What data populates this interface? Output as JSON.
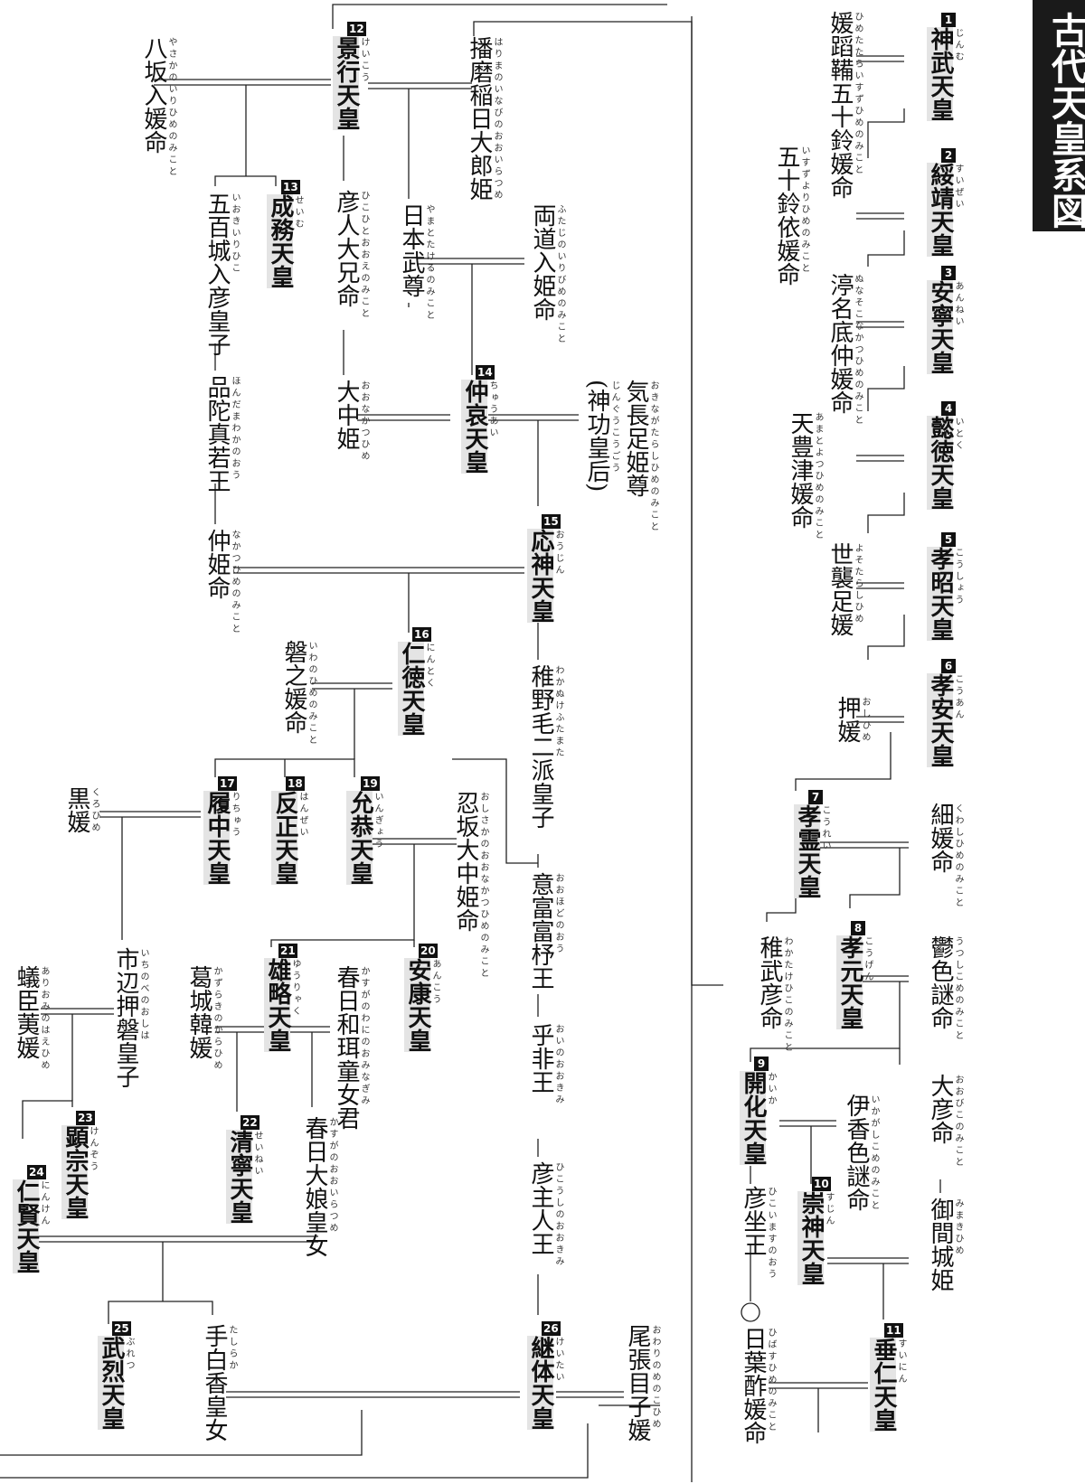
{
  "title": "古代天皇系図",
  "persons": {
    "jinmu": {
      "name": "神武天皇",
      "reading": "じんむ",
      "number": "1"
    },
    "himetatara": {
      "name": "媛蹈鞴五十鈴媛命",
      "reading": "ひめたたらいすずひめのみこと"
    },
    "suizei": {
      "name": "綏靖天皇",
      "reading": "すいぜい",
      "number": "2"
    },
    "isuzuyori": {
      "name": "五十鈴依媛命",
      "reading": "いすずよりひめのみこと"
    },
    "annei": {
      "name": "安寧天皇",
      "reading": "あんねい",
      "number": "3"
    },
    "nunasoko": {
      "name": "渟名底仲媛命",
      "reading": "ぬなそこなかつひめのみこと"
    },
    "itoku": {
      "name": "懿徳天皇",
      "reading": "いとく",
      "number": "4"
    },
    "amatoyotsu": {
      "name": "天豊津媛命",
      "reading": "あまとよつひめのみこと"
    },
    "kosho": {
      "name": "孝昭天皇",
      "reading": "こうしょう",
      "number": "5"
    },
    "yosotarashi": {
      "name": "世襲足媛",
      "reading": "よそたらしひめ"
    },
    "koan": {
      "name": "孝安天皇",
      "reading": "こうあん",
      "number": "6"
    },
    "oshihime": {
      "name": "押媛",
      "reading": "おしひめ"
    },
    "korei": {
      "name": "孝霊天皇",
      "reading": "こうれい",
      "number": "7"
    },
    "kuwashi": {
      "name": "細媛命",
      "reading": "くわしひめのみこと"
    },
    "wakatake": {
      "name": "稚武彦命",
      "reading": "わかたけひこのみこと"
    },
    "kogen": {
      "name": "孝元天皇",
      "reading": "こうげん",
      "number": "8"
    },
    "utsushikome": {
      "name": "鬱色謎命",
      "reading": "うつしこめのみこと"
    },
    "kaika": {
      "name": "開化天皇",
      "reading": "かいか",
      "number": "9"
    },
    "ohiko": {
      "name": "大彦命",
      "reading": "おおびこのみこと"
    },
    "ikagashikome": {
      "name": "伊香色謎命",
      "reading": "いかがしこめのみこと"
    },
    "sujin": {
      "name": "崇神天皇",
      "reading": "すじん",
      "number": "10"
    },
    "mimaki": {
      "name": "御間城姫",
      "reading": "みまきひめ"
    },
    "hikoimasu": {
      "name": "彦坐王",
      "reading": "ひこいますのおう"
    },
    "hibasu": {
      "name": "日葉酢媛命",
      "reading": "ひばすひめのみこと"
    },
    "suinin": {
      "name": "垂仁天皇",
      "reading": "すいにん",
      "number": "11"
    },
    "keiko": {
      "name": "景行天皇",
      "reading": "けいこう",
      "number": "12"
    },
    "harima": {
      "name": "播磨稲日大郎姫",
      "reading": "はりまのいなびのおおいらつめ"
    },
    "yasaka": {
      "name": "八坂入媛命",
      "reading": "やさかのいりひめのみこと"
    },
    "seimu": {
      "name": "成務天皇",
      "reading": "せいむ",
      "number": "13"
    },
    "ioki": {
      "name": "五百城入彦皇子",
      "reading": "いおきいりひこ"
    },
    "hikohito": {
      "name": "彦人大兄命",
      "reading": "ひこひとおおえのみこと"
    },
    "yamatotakeru": {
      "name": "日本武尊",
      "reading": "やまとたけるのみこと"
    },
    "futaji": {
      "name": "両道入姫命",
      "reading": "ふたじのいりびめのみこと"
    },
    "homuda": {
      "name": "品陀真若王",
      "reading": "ほんだまわかのおう"
    },
    "onakatsu": {
      "name": "大中姫",
      "reading": "おおなかつひめ"
    },
    "chuai": {
      "name": "仲哀天皇",
      "reading": "ちゅうあい",
      "number": "14"
    },
    "okinaga": {
      "name": "気長足姫尊",
      "reading": "おきながたらしひめのみこと"
    },
    "jingu": {
      "name": "(神功皇后)",
      "reading": "じんぐうこうごう"
    },
    "nakatsu": {
      "name": "仲姫命",
      "reading": "なかつひめのみこと"
    },
    "ojin": {
      "name": "応神天皇",
      "reading": "おうじん",
      "number": "15"
    },
    "nintoku": {
      "name": "仁徳天皇",
      "reading": "にんとく",
      "number": "16"
    },
    "iwanohime": {
      "name": "磐之媛命",
      "reading": "いわのひめのみこと"
    },
    "wakanuke": {
      "name": "稚野毛二派皇子",
      "reading": "わかぬけふたまた"
    },
    "kurohime": {
      "name": "黒媛",
      "reading": "くろひめ"
    },
    "richu": {
      "name": "履中天皇",
      "reading": "りちゅう",
      "number": "17"
    },
    "hanzei": {
      "name": "反正天皇",
      "reading": "はんぜい",
      "number": "18"
    },
    "ingyo": {
      "name": "允恭天皇",
      "reading": "いんぎょう",
      "number": "19"
    },
    "oshisaka": {
      "name": "忍坂大中姫命",
      "reading": "おしさかのおおなかつひめのみこと"
    },
    "ohodo": {
      "name": "意富富杼王",
      "reading": "おおほどのおう"
    },
    "ichinobe": {
      "name": "市辺押磐皇子",
      "reading": "いちのべのおしは"
    },
    "ankou": {
      "name": "安康天皇",
      "reading": "あんこう",
      "number": "20"
    },
    "yuryaku": {
      "name": "雄略天皇",
      "reading": "ゆうりゃく",
      "number": "21"
    },
    "kasuganowani": {
      "name": "春日和珥童女君",
      "reading": "かすがのわにのおみなぎみ"
    },
    "katsuragi": {
      "name": "葛城韓媛",
      "reading": "かずらきのからひめ"
    },
    "arioki": {
      "name": "蟻臣荑媛",
      "reading": "ありおみのはえひめ"
    },
    "wohi": {
      "name": "乎非王",
      "reading": "おいのおおきみ"
    },
    "seinei": {
      "name": "清寧天皇",
      "reading": "せいねい",
      "number": "22"
    },
    "kenzo": {
      "name": "顕宗天皇",
      "reading": "けんぞう",
      "number": "23"
    },
    "kasuganoo": {
      "name": "春日大娘皇女",
      "reading": "かすがのおおいらつめ"
    },
    "hikoushi": {
      "name": "彦主人王",
      "reading": "ひこうしのおおきみ"
    },
    "ninken": {
      "name": "仁賢天皇",
      "reading": "にんけん",
      "number": "24"
    },
    "buretsu": {
      "name": "武烈天皇",
      "reading": "ぶれつ",
      "number": "25"
    },
    "tashiraka": {
      "name": "手白香皇女",
      "reading": "たしらか"
    },
    "keitai": {
      "name": "継体天皇",
      "reading": "けいたい",
      "number": "26"
    },
    "owari": {
      "name": "尾張目子媛",
      "reading": "おわりのめのこひめ"
    }
  }
}
